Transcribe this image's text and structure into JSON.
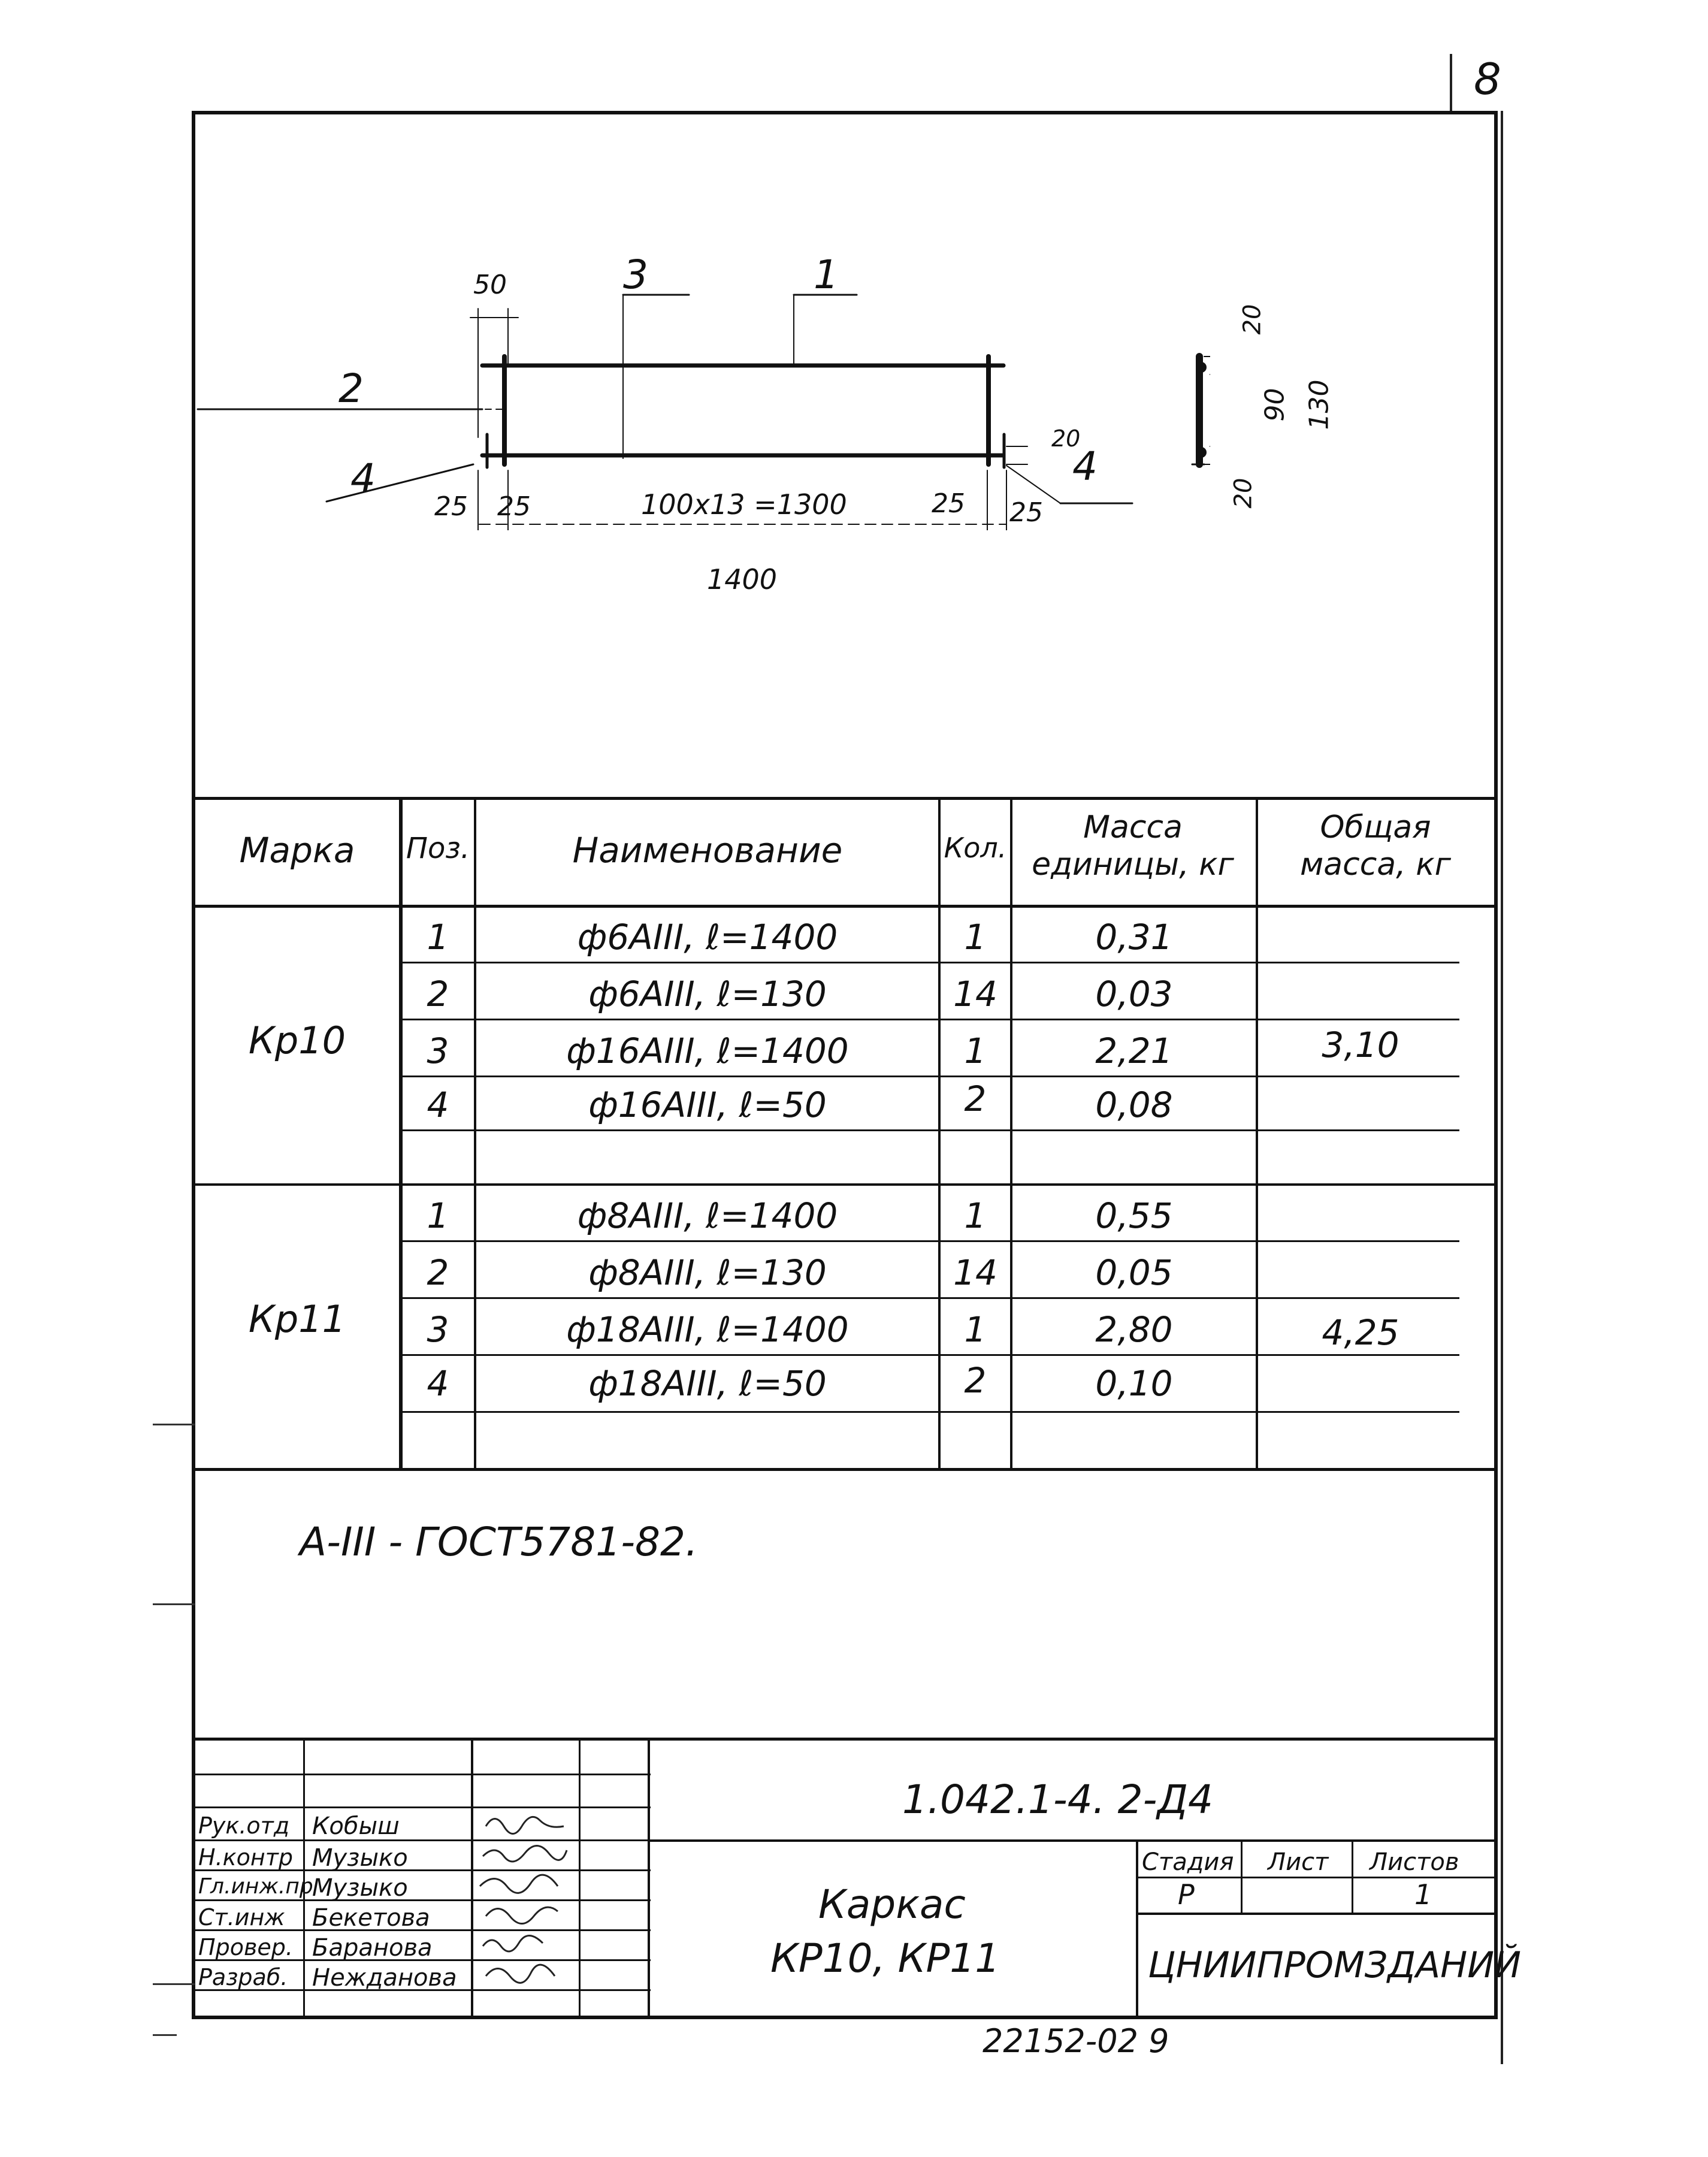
{
  "page_number": "8",
  "drawing": {
    "pos_labels": [
      "1",
      "2",
      "3",
      "4",
      "4"
    ],
    "dims": {
      "top_50": "50",
      "left_25a": "25",
      "left_25b": "25",
      "span": "100x13 =1300",
      "right_25a": "25",
      "right_25b": "25",
      "total": "1400",
      "gap_20": "20",
      "sec_20_top": "20",
      "sec_90": "90",
      "sec_130": "130",
      "sec_20_bottom": "20"
    }
  },
  "spec_table": {
    "headers": {
      "mark": "Марка",
      "pos": "Поз.",
      "name": "Наименование",
      "qty": "Кол.",
      "unit_mass": "Масса единицы, кг",
      "total_mass": "Общая масса, кг"
    },
    "groups": [
      {
        "mark": "Кр10",
        "total_mass": "3,10",
        "rows": [
          {
            "pos": "1",
            "name": "ф6АIII, ℓ=1400",
            "qty": "1",
            "mass": "0,31"
          },
          {
            "pos": "2",
            "name": "ф6АIII, ℓ=130",
            "qty": "14",
            "mass": "0,03"
          },
          {
            "pos": "3",
            "name": "ф16АIII, ℓ=1400",
            "qty": "1",
            "mass": "2,21"
          },
          {
            "pos": "4",
            "name": "ф16АIII, ℓ=50",
            "qty": "2",
            "mass": "0,08"
          }
        ]
      },
      {
        "mark": "Кр11",
        "total_mass": "4,25",
        "rows": [
          {
            "pos": "1",
            "name": "ф8АIII, ℓ=1400",
            "qty": "1",
            "mass": "0,55"
          },
          {
            "pos": "2",
            "name": "ф8АIII, ℓ=130",
            "qty": "14",
            "mass": "0,05"
          },
          {
            "pos": "3",
            "name": "ф18АIII, ℓ=1400",
            "qty": "1",
            "mass": "2,80"
          },
          {
            "pos": "4",
            "name": "ф18АIII, ℓ=50",
            "qty": "2",
            "mass": "0,10"
          }
        ]
      }
    ]
  },
  "note": "А-III - ГОСТ5781-82.",
  "title_block": {
    "designation": "1.042.1-4. 2-Д4",
    "title_line1": "Каркас",
    "title_line2": "КР10, КР11",
    "stage_label": "Стадия",
    "sheet_label": "Лист",
    "sheets_label": "Листов",
    "stage_value": "Р",
    "sheets_value": "1",
    "organization": "ЦНИИПРОМЗДАНИЙ",
    "staff": [
      {
        "role": "Рук.отд",
        "name": "Кобыш"
      },
      {
        "role": "Н.контр",
        "name": "Музыко"
      },
      {
        "role": "Гл.инж.пр",
        "name": "Музыко"
      },
      {
        "role": "Ст.инж",
        "name": "Бекетова"
      },
      {
        "role": "Провер.",
        "name": "Баранова"
      },
      {
        "role": "Разраб.",
        "name": "Нежданова"
      }
    ]
  },
  "stamp_number": "22152-02 9"
}
